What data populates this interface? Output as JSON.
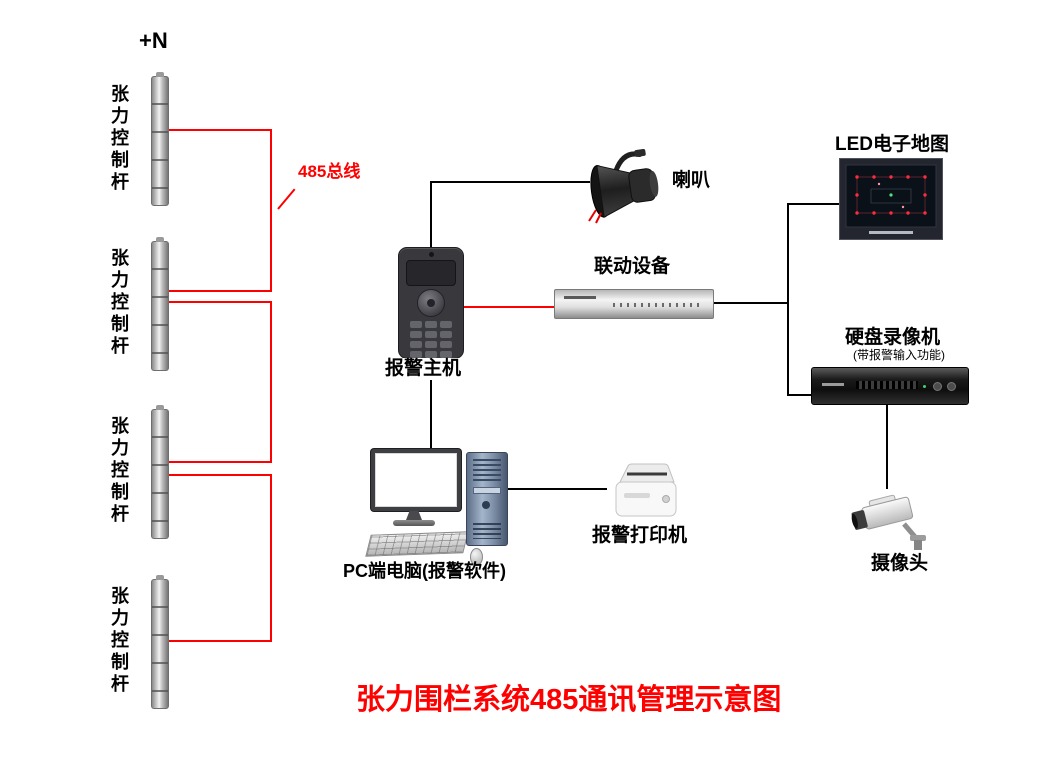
{
  "title": "张力围栏系统485通讯管理示意图",
  "annotations": {
    "plus_n": "+N",
    "bus": "485总线"
  },
  "nodes": {
    "pole1": {
      "label": "张力控制杆"
    },
    "pole2": {
      "label": "张力控制杆"
    },
    "pole3": {
      "label": "张力控制杆"
    },
    "pole4": {
      "label": "张力控制杆"
    },
    "alarm_host": {
      "label": "报警主机"
    },
    "speaker": {
      "label": "喇叭"
    },
    "linkage_device": {
      "label": "联动设备"
    },
    "led_map": {
      "label": "LED电子地图"
    },
    "dvr": {
      "label": "硬盘录像机",
      "sublabel": "(带报警输入功能)"
    },
    "camera": {
      "label": "摄像头"
    },
    "pc": {
      "label": "PC端电脑(报警软件)"
    },
    "printer": {
      "label": "报警打印机"
    }
  },
  "colors": {
    "bus_line": "#ff0000",
    "signal_line": "#000000",
    "title": "#ff0000",
    "text": "#000000"
  }
}
